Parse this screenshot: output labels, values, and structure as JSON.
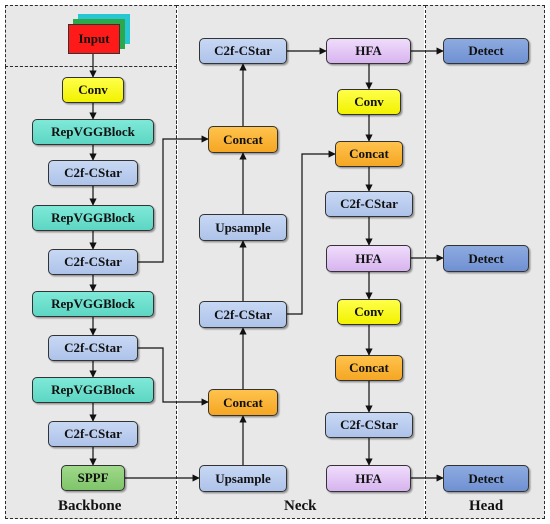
{
  "nodes": {
    "input": "Input",
    "backbone": {
      "conv": "Conv",
      "repvgg1": "RepVGGBlock",
      "c2f1": "C2f-CStar",
      "repvgg2": "RepVGGBlock",
      "c2f2": "C2f-CStar",
      "repvgg3": "RepVGGBlock",
      "c2f3": "C2f-CStar",
      "repvgg4": "RepVGGBlock",
      "c2f4": "C2f-CStar",
      "sppf": "SPPF"
    },
    "neck": {
      "c2f_top": "C2f-CStar",
      "concat1": "Concat",
      "upsample1": "Upsample",
      "c2f_mid": "C2f-CStar",
      "concat2": "Concat",
      "upsample2": "Upsample",
      "hfa1": "HFA",
      "conv1": "Conv",
      "concat3": "Concat",
      "c2f_r1": "C2f-CStar",
      "hfa2": "HFA",
      "conv2": "Conv",
      "concat4": "Concat",
      "c2f_r2": "C2f-CStar",
      "hfa3": "HFA"
    },
    "head": {
      "detect1": "Detect",
      "detect2": "Detect",
      "detect3": "Detect"
    }
  },
  "section_labels": {
    "backbone": "Backbone",
    "neck": "Neck",
    "head": "Head"
  },
  "colors": {
    "panel_bg": "#e8e8e8",
    "input": "#ff1a1a",
    "conv": "#ffff00",
    "repvgg": "#66dccb",
    "c2f": "#b4c8ee",
    "sppf": "#8cd074",
    "concat": "#f7ab2a",
    "hfa": "#dcbdf2",
    "detect": "#7899d8"
  }
}
